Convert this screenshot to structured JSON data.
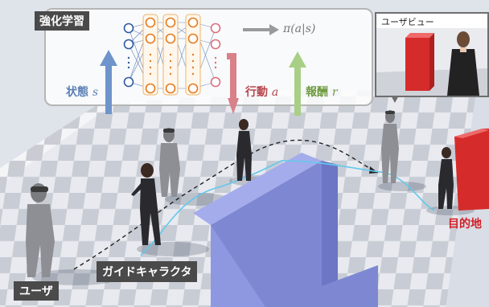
{
  "rl": {
    "title": "強化学習",
    "policy": "π(a|s)",
    "state_label": "状態",
    "state_symbol": "s",
    "action_label": "行動",
    "action_symbol": "a",
    "reward_label": "報酬",
    "reward_symbol": "r"
  },
  "user_view": {
    "title": "ユーザビュー"
  },
  "scene": {
    "guide_label": "ガイドキャラクタ",
    "user_label": "ユーザ",
    "goal_label": "目的地"
  },
  "colors": {
    "state_arrow": "#6f94cc",
    "action_arrow": "#d98088",
    "reward_arrow": "#a9cf86",
    "goal_text": "#d21f27",
    "wall": "#8a93d8",
    "network_input": "#3b63a8",
    "network_hidden": "#e57a1d",
    "network_output": "#d9707f"
  },
  "icons": [
    "neural-network-icon",
    "person-figure-icon",
    "vr-headset-icon",
    "red-box-target-icon"
  ]
}
